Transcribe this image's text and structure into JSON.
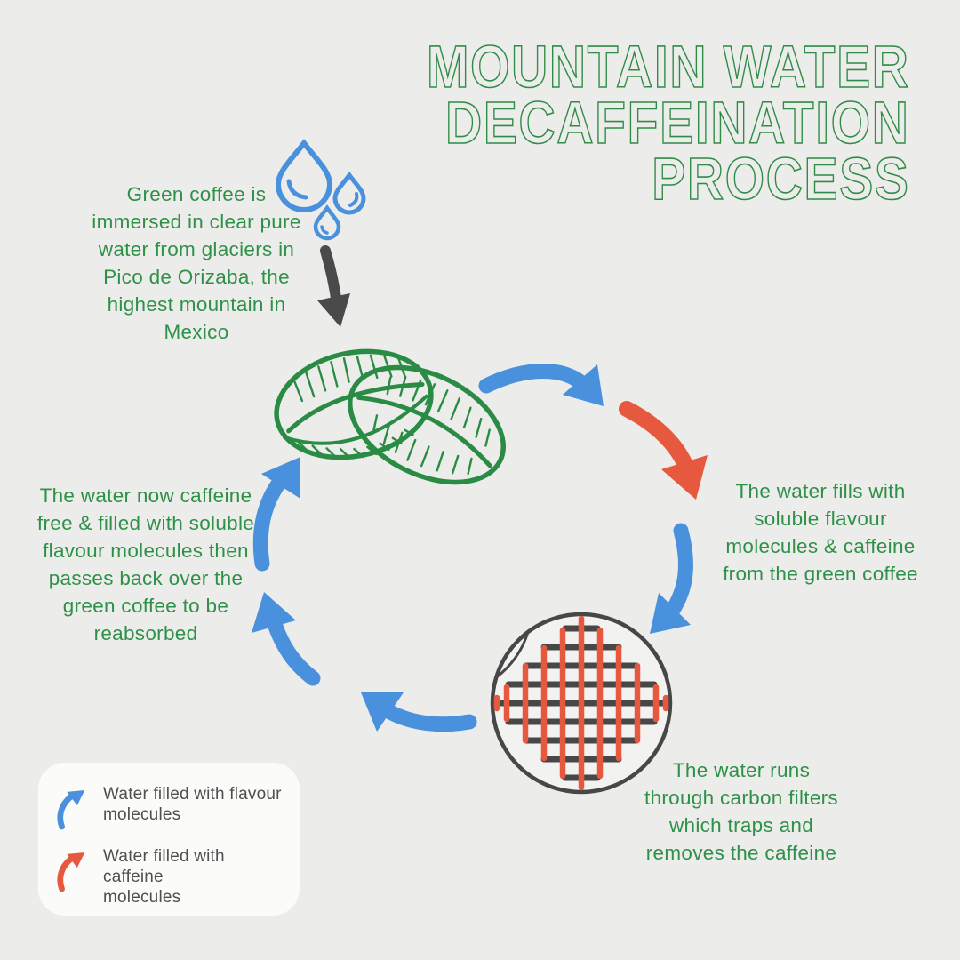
{
  "title": {
    "lines": [
      "MOUNTAIN WATER",
      "DECAFFEINATION",
      "PROCESS"
    ],
    "color": "#2e8c46"
  },
  "steps": {
    "step1": {
      "lines": [
        "Green coffee is",
        "immersed in clear pure",
        "water from glaciers in",
        "Pico de Orizaba, the",
        "highest mountain in",
        "Mexico"
      ]
    },
    "step2": {
      "lines": [
        "The water fills with",
        "soluble flavour",
        "molecules & caffeine",
        "from the green coffee"
      ]
    },
    "step3": {
      "lines": [
        "The water runs",
        "through carbon filters",
        "which traps and",
        "removes the caffeine"
      ]
    },
    "step4": {
      "lines": [
        "The water now caffeine",
        "free & filled with soluble",
        "flavour molecules then",
        "passes back over the",
        "green coffee to be",
        "reabsorbed"
      ]
    }
  },
  "legend": {
    "items": [
      {
        "icon": "blue-curved-arrow-icon",
        "color": "#4a91dd",
        "lines": [
          "Water filled with flavour",
          "molecules"
        ]
      },
      {
        "icon": "red-curved-arrow-icon",
        "color": "#e7593f",
        "lines": [
          "Water filled with caffeine",
          "molecules"
        ]
      }
    ]
  },
  "icons": {
    "droplets": "water-droplets-icon",
    "gray_arrow": "gray-down-arrow-icon",
    "beans": "coffee-beans-icon",
    "filter": "carbon-filter-icon",
    "blue_flow_arrows": "blue-flow-arrow-icon",
    "red_flow_arrow": "red-flow-arrow-icon"
  },
  "colors": {
    "background": "#ececea",
    "green_text": "#2f9149",
    "title_green": "#2e8c46",
    "blue": "#4a91dd",
    "red": "#e7593f",
    "dark_gray": "#4a4a4a",
    "legend_background": "#fbfbfa",
    "legend_text": "#4f4f4f"
  }
}
